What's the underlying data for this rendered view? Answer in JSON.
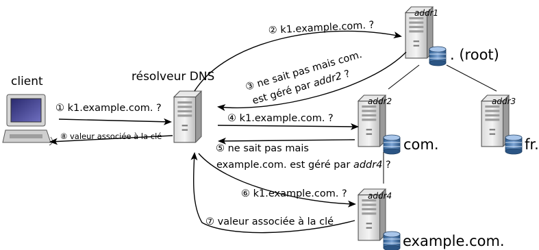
{
  "nodes": {
    "client": "client",
    "resolver": "résolveur DNS",
    "addr1": "addr1",
    "addr2": "addr2",
    "addr3": "addr3",
    "addr4": "addr4"
  },
  "zones": {
    "root": ". (root)",
    "com": "com.",
    "fr": "fr.",
    "example": "example.com."
  },
  "steps": {
    "s1": "① k1.example.com. ?",
    "s2": "② k1.example.com. ?",
    "s3_line1": "③ ne sait pas mais com.",
    "s3_line2_prefix": "est géré par ",
    "s3_line2_addr": "addr2",
    "s3_line2_suffix": " ?",
    "s4": "④ k1.example.com. ?",
    "s5_line1": "⑤ ne sait pas mais",
    "s5_line2_prefix": "example.com. est géré par ",
    "s5_line2_addr": "addr4",
    "s5_line2_suffix": " ?",
    "s6": "⑥ k1.example.com. ?",
    "s7": "⑦ valeur associée à la clé",
    "s8": "⑧ valeur associée à la clé"
  }
}
